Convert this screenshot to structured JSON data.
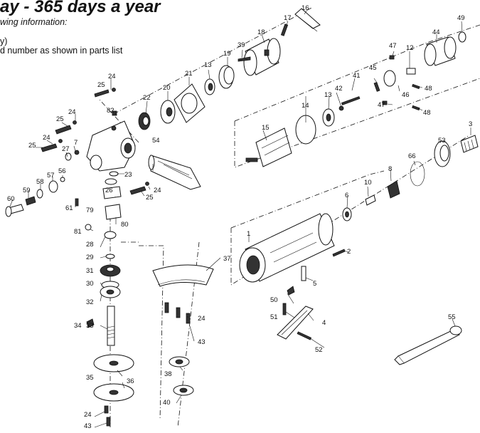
{
  "header": {
    "title": "ay - 365 days a year",
    "line1": "wing information:",
    "line2": "y)",
    "line3": "d number as shown in parts list"
  },
  "callouts": {
    "n1": "1",
    "n2": "2",
    "n3": "3",
    "n4": "4",
    "n5": "5",
    "n6": "6",
    "n7": "7",
    "n8": "8",
    "n10": "10",
    "n12": "12",
    "n13": "13",
    "n14": "14",
    "n15": "15",
    "n16": "16",
    "n17": "17",
    "n18": "18",
    "n19": "19",
    "n20": "20",
    "n21": "21",
    "n22": "22",
    "n23": "23",
    "n24": "24",
    "n25": "25",
    "n26": "26",
    "n27": "27",
    "n28": "28",
    "n29": "29",
    "n30": "30",
    "n31": "31",
    "n32": "32",
    "n33": "33",
    "n34": "34",
    "n35": "35",
    "n36": "36",
    "n37": "37",
    "n38": "38",
    "n39": "39",
    "n40": "40",
    "n41": "41",
    "n42": "42",
    "n43": "43",
    "n44": "44",
    "n45": "45",
    "n46": "46",
    "n47": "47",
    "n48": "48",
    "n49": "49",
    "n50": "50",
    "n51": "51",
    "n52": "52",
    "n53": "53",
    "n54": "54",
    "n55": "55",
    "n56": "56",
    "n57": "57",
    "n58": "58",
    "n59": "59",
    "n60": "60",
    "n61": "61",
    "n66": "66",
    "n79": "79",
    "n80": "80",
    "n81": "81",
    "n82": "82"
  }
}
